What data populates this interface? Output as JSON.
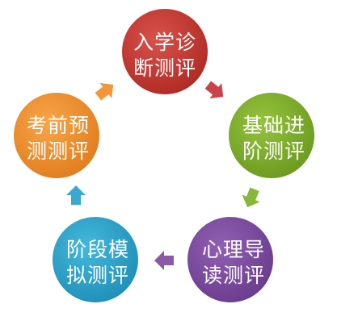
{
  "cycle": {
    "nodes": [
      {
        "line1": "入学诊",
        "line2": "断测评",
        "color": "#c0392f"
      },
      {
        "line1": "基础进",
        "line2": "阶测评",
        "color": "#7dab2a"
      },
      {
        "line1": "心理导",
        "line2": "读测评",
        "color": "#7b4a9c"
      },
      {
        "line1": "阶段模",
        "line2": "拟测评",
        "color": "#2aa0c7"
      },
      {
        "line1": "考前预",
        "line2": "测测评",
        "color": "#ef8d2b"
      }
    ],
    "arrows": [
      {
        "color": "#c9434a",
        "direction": "down-right"
      },
      {
        "color": "#86b83a",
        "direction": "down-left"
      },
      {
        "color": "#8b5aa6",
        "direction": "left"
      },
      {
        "color": "#3aa9d2",
        "direction": "up"
      },
      {
        "color": "#f29637",
        "direction": "up-right"
      }
    ]
  }
}
